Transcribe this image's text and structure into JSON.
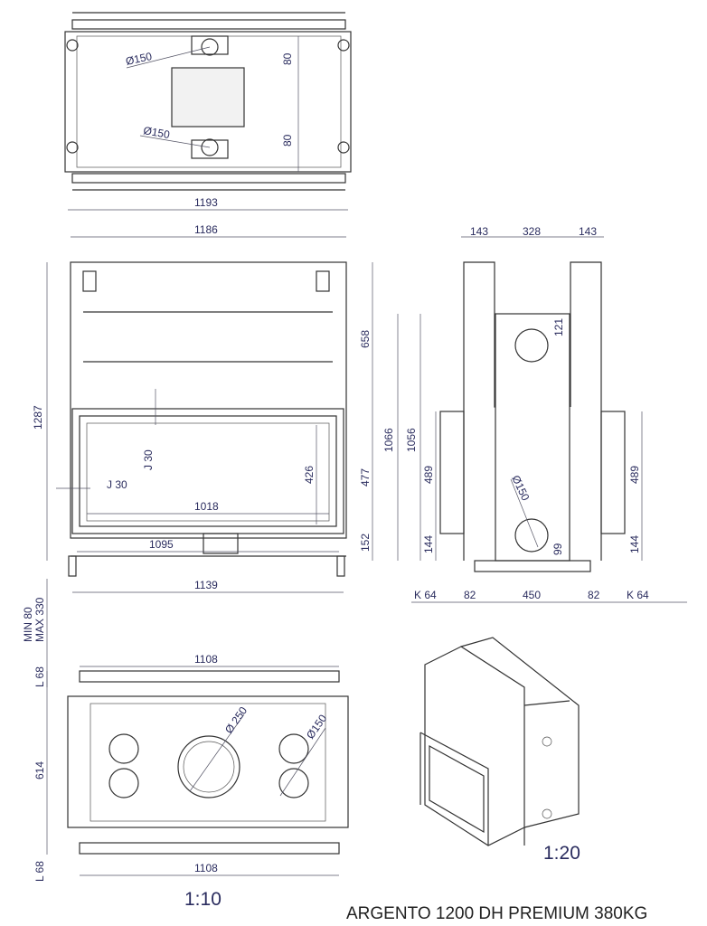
{
  "top_view": {
    "dia_top": "Ø150",
    "dia_bottom": "Ø150",
    "offset_top": "80",
    "offset_bottom": "80",
    "width": "1193"
  },
  "front_view": {
    "width_top": "1186",
    "height_total": "1287",
    "upper": "658",
    "opening_h": "477",
    "base": "152",
    "glass_h": "426",
    "j_vertical": "J 30",
    "j_horizontal": "J 30",
    "glass_w": "1018",
    "opening_w": "1095",
    "feet_w": "1139",
    "legs_range": "MIN 80\nMAX 330",
    "legs_min": "MIN 80",
    "legs_max": "MAX 330"
  },
  "side_view": {
    "col_left": "143",
    "center": "328",
    "col_right": "143",
    "h1": "1066",
    "h2": "1056",
    "side_left": "489",
    "side_right": "489",
    "base_left": "144",
    "base_right": "144",
    "top_offset": "121",
    "dia": "Ø150",
    "low_offset": "99",
    "k_left": "K 64",
    "w_left": "82",
    "w_center": "450",
    "w_right": "82",
    "k_right": "K 64"
  },
  "bottom_view": {
    "l_top": "L 68",
    "width_top": "1108",
    "depth": "614",
    "dia_large": "Ø 250",
    "dia_small": "Ø150",
    "l_bottom": "L 68",
    "width_bottom": "1108",
    "scale": "1:10"
  },
  "iso_view": {
    "scale": "1:20"
  },
  "title": "ARGENTO 1200 DH PREMIUM 380KG"
}
